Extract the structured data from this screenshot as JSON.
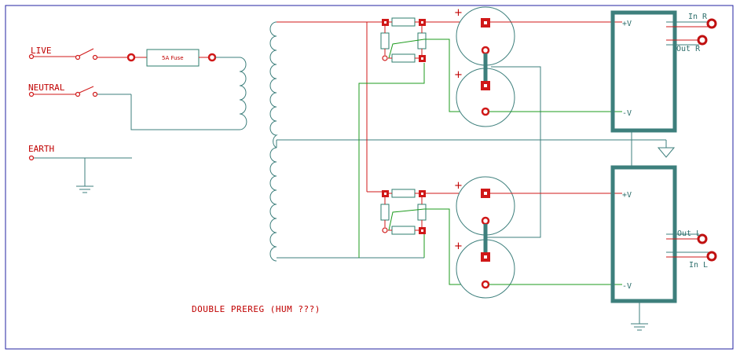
{
  "labels": {
    "live": "LIVE",
    "neutral": "NEUTRAL",
    "earth": "EARTH",
    "fuse": "5A Fuse",
    "title": "DOUBLE PREREG (HUM ???)",
    "plus_v": "+V",
    "minus_v": "-V",
    "in_r": "In R",
    "out_r": "Out R",
    "out_l": "Out L",
    "in_l": "In L",
    "plus": "+"
  },
  "colors": {
    "signal": "#d01818",
    "ground": "#2e7d6e",
    "green": "#1e9b1e",
    "board": "#3d7f7c",
    "border": "#2020a0"
  }
}
